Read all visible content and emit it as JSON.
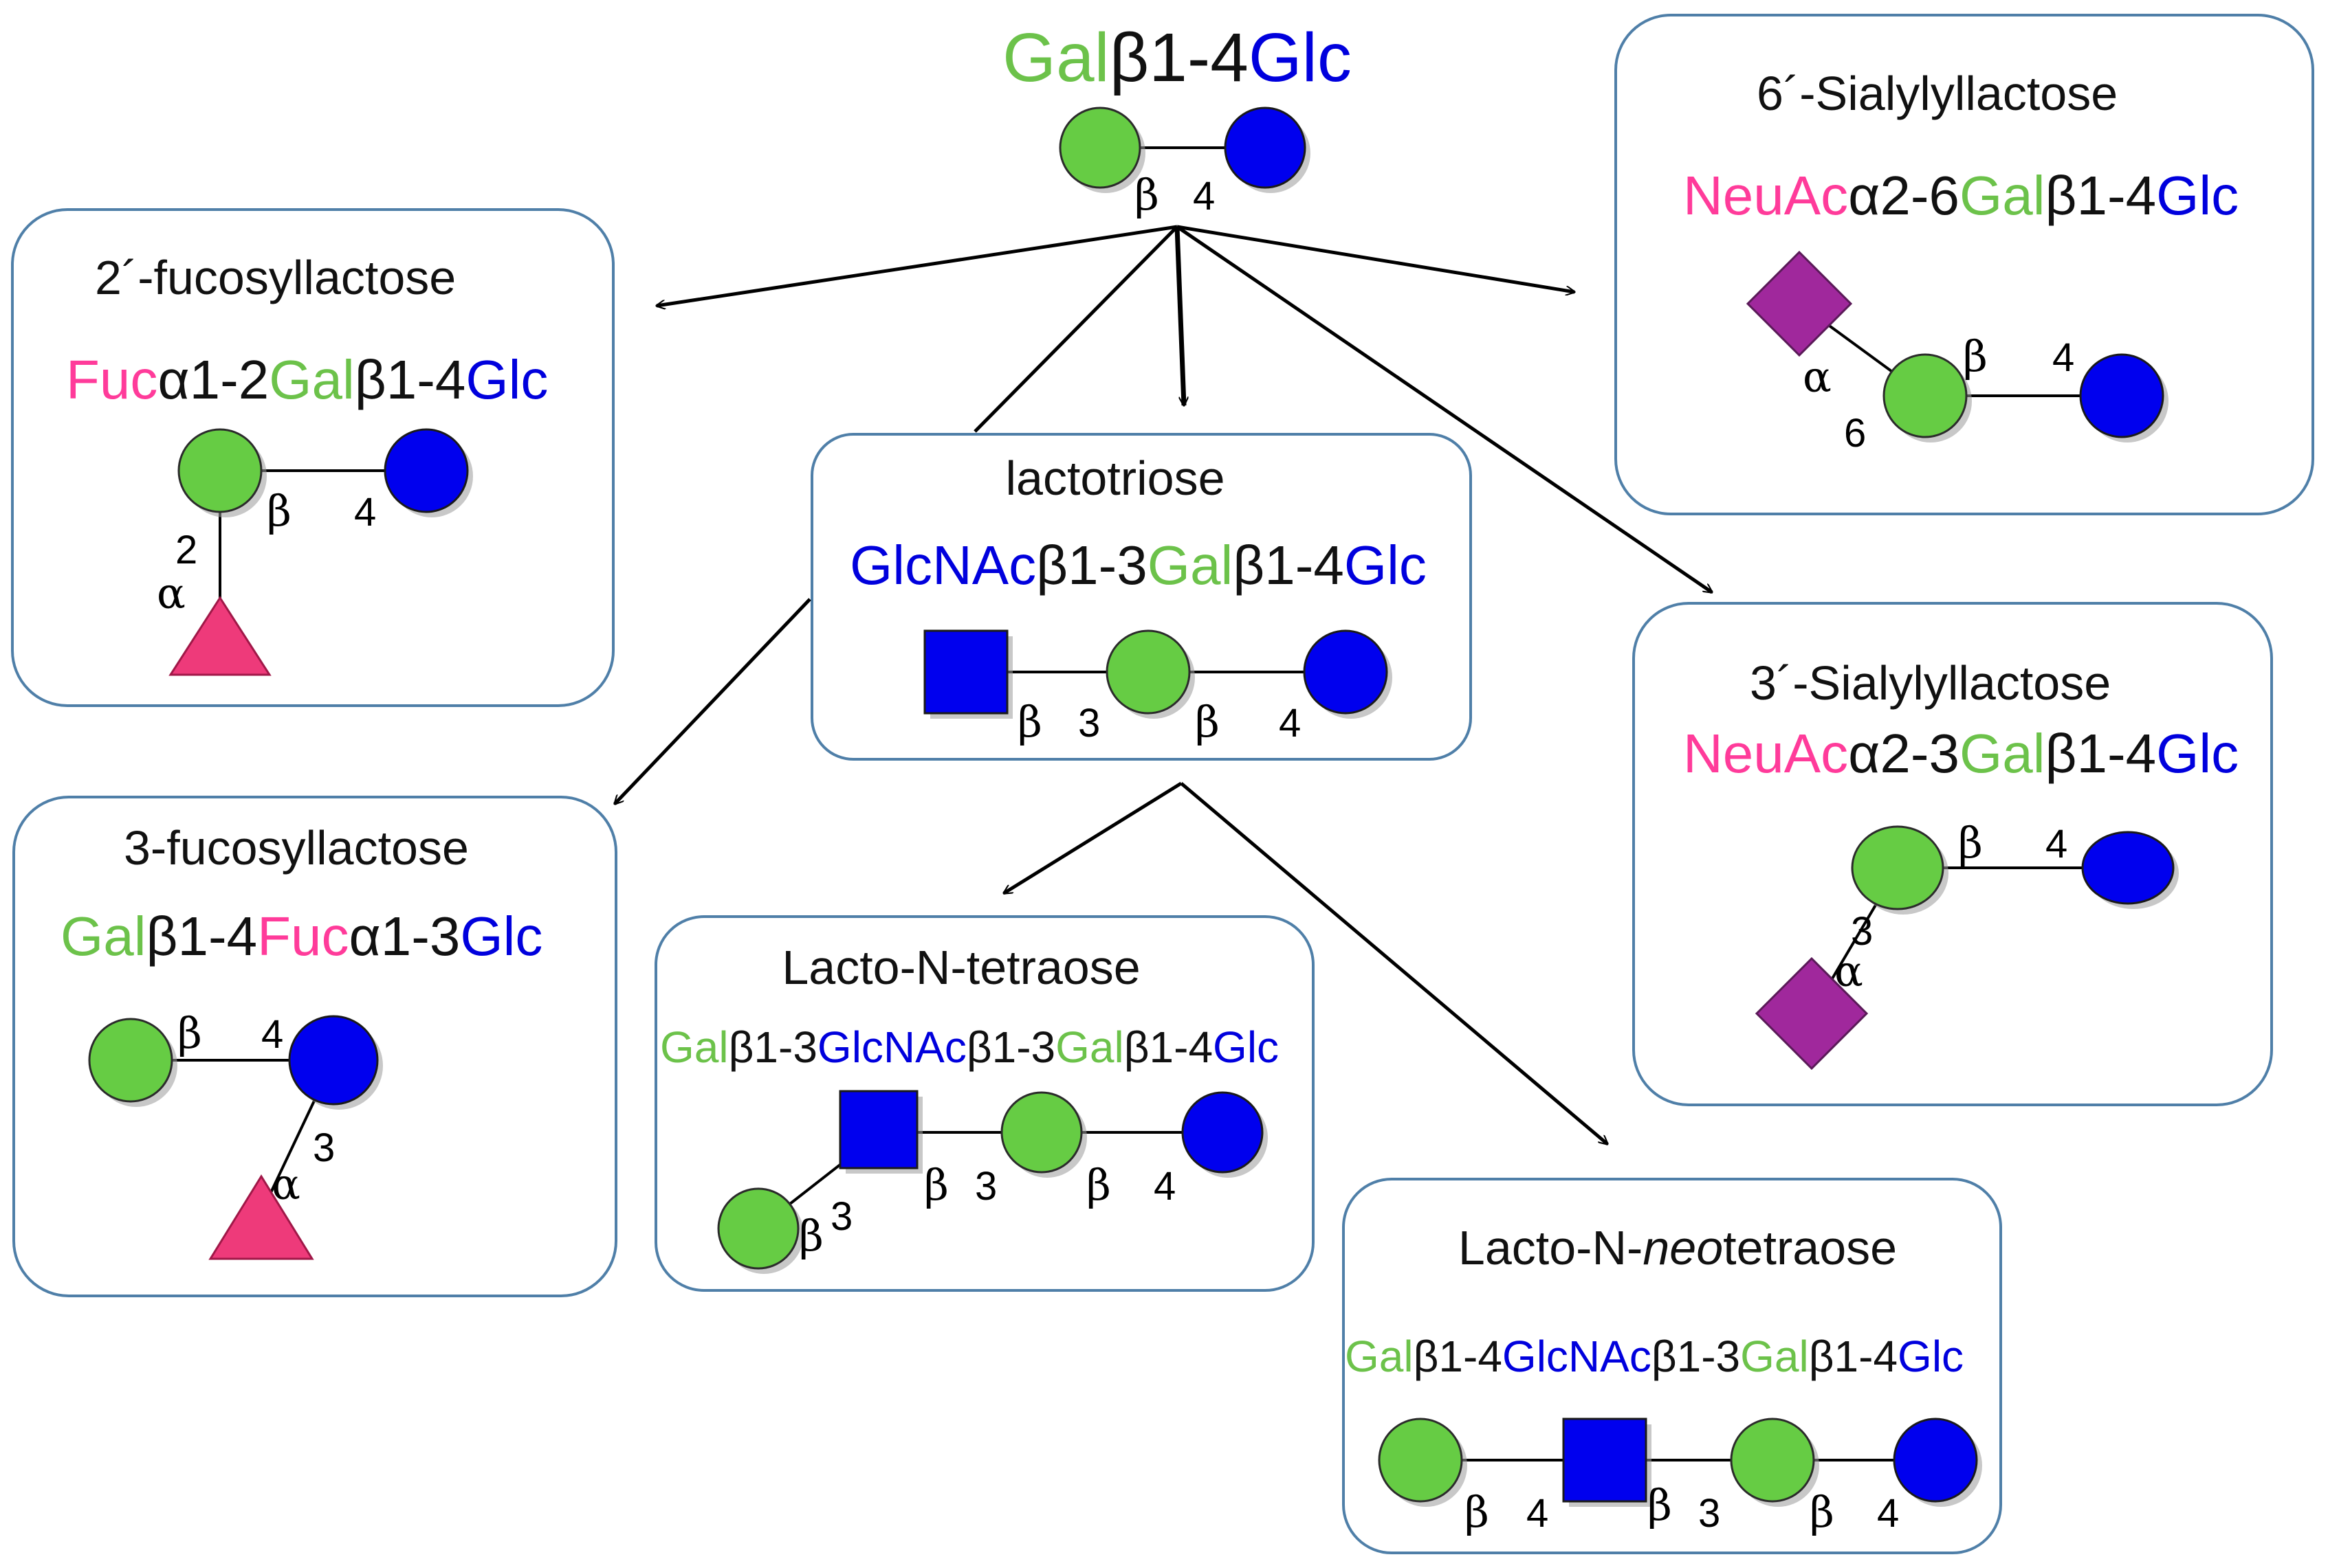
{
  "colors": {
    "gal": "#6cc24a",
    "glc": "#0000dd",
    "glcnac": "#0000dd",
    "fuc": "#ff3b9a",
    "neuac": "#ff3b9a",
    "text": "#111111",
    "box_border": "#4f7fa8"
  },
  "root": {
    "formula": [
      {
        "t": "Gal",
        "c": "gal"
      },
      {
        "t": "β1-4",
        "c": "text"
      },
      {
        "t": "Glc",
        "c": "glc"
      }
    ],
    "labels": [
      "β",
      "4"
    ]
  },
  "fl2": {
    "title": "2´-fucosyllactose",
    "formula": [
      {
        "t": "Fuc",
        "c": "fuc"
      },
      {
        "t": "α1-2",
        "c": "text"
      },
      {
        "t": "Gal",
        "c": "gal"
      },
      {
        "t": "β1-4",
        "c": "text"
      },
      {
        "t": "Glc",
        "c": "glc"
      }
    ],
    "labels": [
      "β",
      "4",
      "2",
      "α"
    ]
  },
  "sl6": {
    "title": "6´-Sialylyllactose",
    "formula": [
      {
        "t": "NeuAc",
        "c": "neuac"
      },
      {
        "t": "α2-6",
        "c": "text"
      },
      {
        "t": "Gal",
        "c": "gal"
      },
      {
        "t": "β1-4",
        "c": "text"
      },
      {
        "t": "Glc",
        "c": "glc"
      }
    ],
    "labels": [
      "α",
      "6",
      "β",
      "4"
    ]
  },
  "lt": {
    "title": "lactotriose",
    "formula": [
      {
        "t": "GlcNAc",
        "c": "glcnac"
      },
      {
        "t": "β1-3",
        "c": "text"
      },
      {
        "t": "Gal",
        "c": "gal"
      },
      {
        "t": "β1-4",
        "c": "text"
      },
      {
        "t": "Glc",
        "c": "glc"
      }
    ],
    "labels": [
      "β",
      "3",
      "β",
      "4"
    ]
  },
  "sl3": {
    "title": "3´-Sialylyllactose",
    "formula": [
      {
        "t": "NeuAc",
        "c": "neuac"
      },
      {
        "t": "α2-3",
        "c": "text"
      },
      {
        "t": "Gal",
        "c": "gal"
      },
      {
        "t": "β1-4",
        "c": "text"
      },
      {
        "t": "Glc",
        "c": "glc"
      }
    ],
    "labels": [
      "β",
      "4",
      "3",
      "α"
    ]
  },
  "fl3": {
    "title": "3-fucosyllactose",
    "formula": [
      {
        "t": "Gal",
        "c": "gal"
      },
      {
        "t": "β1-4",
        "c": "text"
      },
      {
        "t": "Fuc",
        "c": "fuc"
      },
      {
        "t": "α1-3",
        "c": "text"
      },
      {
        "t": "Glc",
        "c": "glc"
      }
    ],
    "labels": [
      "β",
      "4",
      "3",
      "α"
    ]
  },
  "lnt": {
    "title": "Lacto-N-tetraose",
    "formula": [
      {
        "t": "Gal",
        "c": "gal"
      },
      {
        "t": "β1-3",
        "c": "text"
      },
      {
        "t": "GlcNAc",
        "c": "glcnac"
      },
      {
        "t": "β1-3",
        "c": "text"
      },
      {
        "t": "Gal",
        "c": "gal"
      },
      {
        "t": "β1-4",
        "c": "text"
      },
      {
        "t": "Glc",
        "c": "glc"
      }
    ],
    "labels": [
      "β",
      "3",
      "β",
      "4",
      "β",
      "3"
    ]
  },
  "lnnt": {
    "title_parts": [
      {
        "t": "Lacto-N-",
        "italic": false
      },
      {
        "t": "neo",
        "italic": true
      },
      {
        "t": "tetraose",
        "italic": false
      }
    ],
    "formula": [
      {
        "t": "Gal",
        "c": "gal"
      },
      {
        "t": "β1-4",
        "c": "text"
      },
      {
        "t": "GlcNAc",
        "c": "glcnac"
      },
      {
        "t": "β1-3",
        "c": "text"
      },
      {
        "t": "Gal",
        "c": "gal"
      },
      {
        "t": "β1-4",
        "c": "text"
      },
      {
        "t": "Glc",
        "c": "glc"
      }
    ],
    "labels": [
      "β",
      "4",
      "β",
      "3",
      "β",
      "4"
    ]
  }
}
